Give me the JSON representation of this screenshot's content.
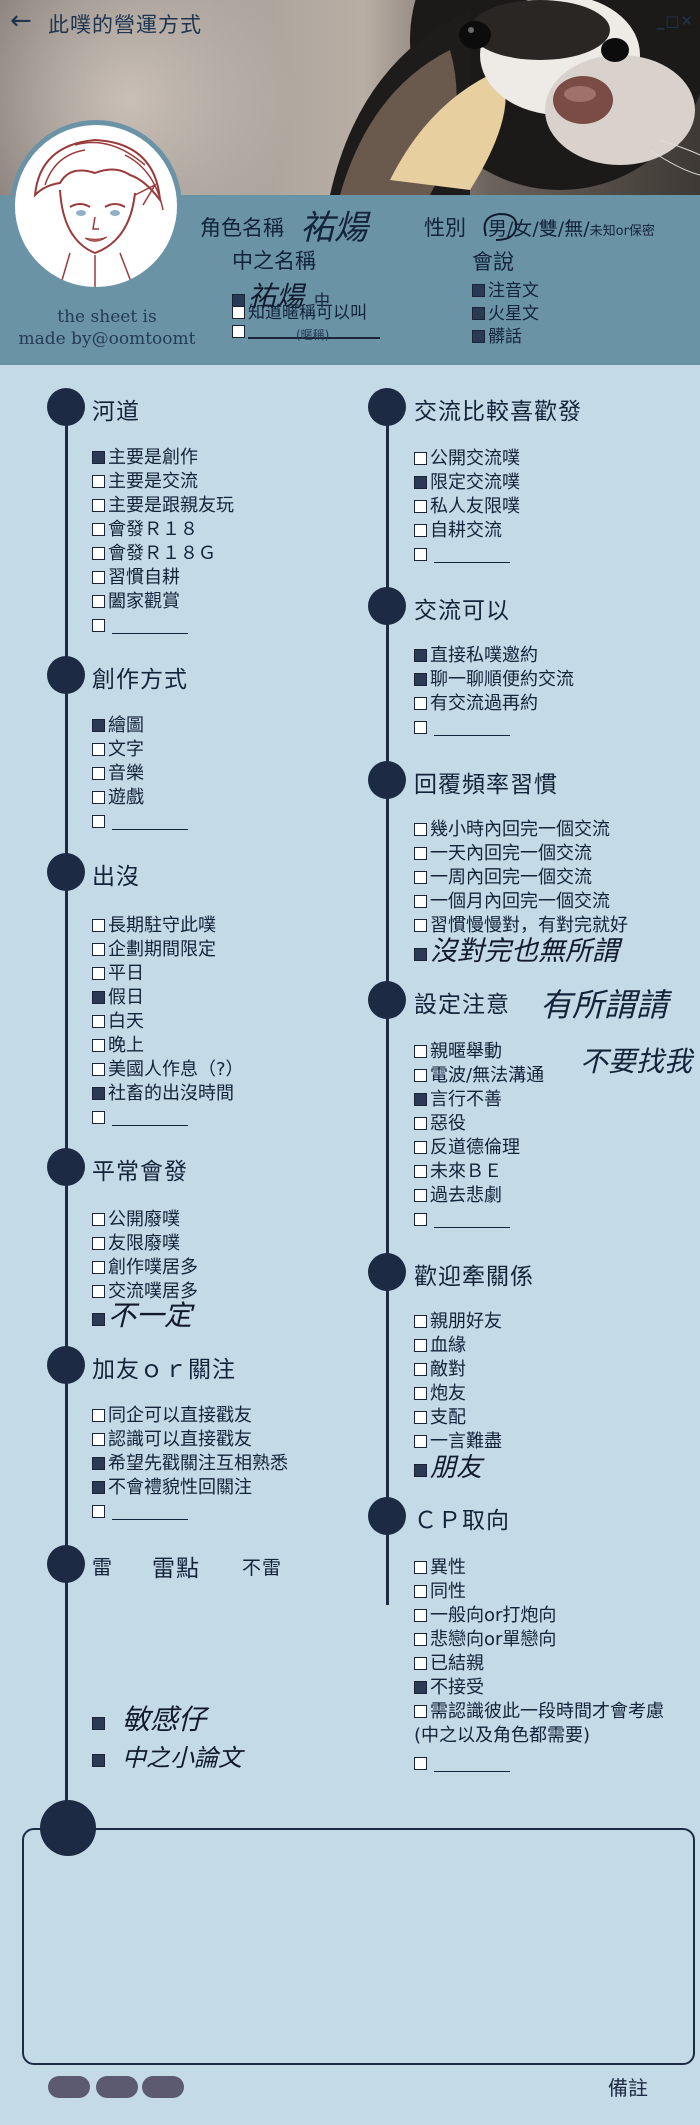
{
  "header": {
    "title": "此噗的營運方式",
    "window_controls": "_□✕"
  },
  "credit": {
    "line1": "the sheet is",
    "line2": "made by@oomtoomt"
  },
  "profile": {
    "name_label": "角色名稱",
    "name_value": "祐煬",
    "gender_label": "性別",
    "gender_options": "男/女/雙/無/",
    "gender_small": "未知or保密",
    "nickname_label": "中之名稱",
    "nickname_value": "祐煬",
    "nickname_suffix": "中",
    "nickname_opt2": "知道暱稱可以叫",
    "nickname_note": "(暱稱)",
    "lang_label": "會說",
    "lang_options": [
      "注音文",
      "火星文",
      "髒話"
    ]
  },
  "sections": {
    "river": {
      "title": "河道",
      "items": [
        "主要是創作",
        "主要是交流",
        "主要是跟親友玩",
        "會發Ｒ１８",
        "會發Ｒ１８Ｇ",
        "習慣自耕",
        "闔家觀賞"
      ]
    },
    "create": {
      "title": "創作方式",
      "items": [
        "繪圖",
        "文字",
        "音樂",
        "遊戲"
      ]
    },
    "appear": {
      "title": "出沒",
      "items": [
        "長期駐守此噗",
        "企劃期間限定",
        "平日",
        "假日",
        "白天",
        "晚上",
        "美國人作息（?）",
        "社畜的出沒時間"
      ]
    },
    "usual": {
      "title": "平常會發",
      "items": [
        "公開廢噗",
        "友限廢噗",
        "創作噗居多",
        "交流噗居多"
      ],
      "handwritten": "不一定"
    },
    "friend": {
      "title": "加友ｏｒ關注",
      "items": [
        "同企可以直接戳友",
        "認識可以直接戳友",
        "希望先戳關注互相熟悉",
        "不會禮貌性回關注"
      ]
    },
    "thunder": {
      "title": "雷",
      "col2": "雷點",
      "col3": "不雷",
      "handwritten": [
        "敏感仔",
        "中之小論文"
      ]
    },
    "exchange_like": {
      "title": "交流比較喜歡發",
      "items": [
        "公開交流噗",
        "限定交流噗",
        "私人友限噗",
        "自耕交流"
      ]
    },
    "exchange_ok": {
      "title": "交流可以",
      "items": [
        "直接私噗邀約",
        "聊一聊順便約交流",
        "有交流過再約"
      ]
    },
    "reply": {
      "title": "回覆頻率習慣",
      "items": [
        "幾小時內回完一個交流",
        "一天內回完一個交流",
        "一周內回完一個交流",
        "一個月內回完一個交流",
        "習慣慢慢對，有對完就好"
      ],
      "handwritten": "沒對完也無所謂"
    },
    "setting": {
      "title": "設定注意",
      "items": [
        "親暱舉動",
        "電波/無法溝通",
        "言行不善",
        "惡役",
        "反道德倫理",
        "未來ＢＥ",
        "過去悲劇"
      ],
      "handwritten": [
        "有所謂請",
        "不要找我"
      ]
    },
    "relation": {
      "title": "歡迎牽關係",
      "items": [
        "親朋好友",
        "血緣",
        "敵對",
        "炮友",
        "支配",
        "一言難盡"
      ],
      "handwritten": "朋友"
    },
    "cp": {
      "title": "ＣＰ取向",
      "items": [
        "異性",
        "同性",
        "一般向or打炮向",
        "悲戀向or單戀向",
        "已結親",
        "不接受",
        "需認識彼此一段時間才會考慮",
        "(中之以及角色都需要)"
      ]
    }
  },
  "notes": {
    "label": "備註"
  }
}
